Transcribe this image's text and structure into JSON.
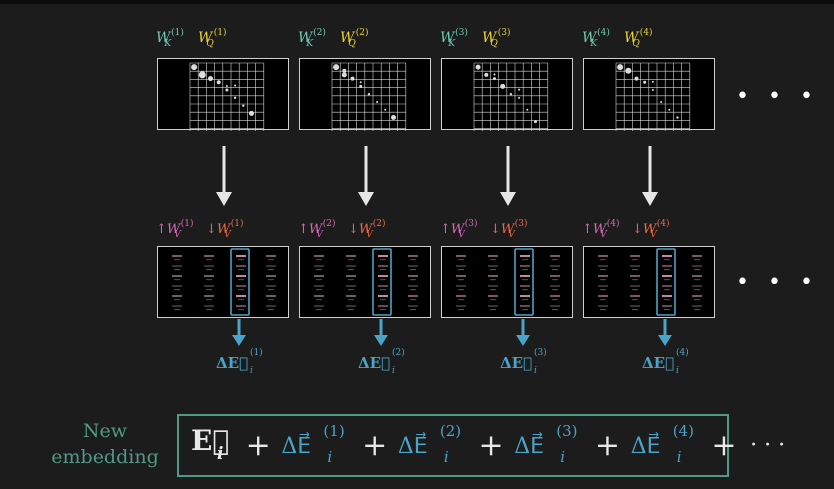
{
  "colors": {
    "key": "#6fc9b0",
    "query": "#e8d23a",
    "value_up": "#d76ab8",
    "value_down": "#ee6a46",
    "delta": "#4aa3c8",
    "box": "#4e9a84"
  },
  "heads": [
    {
      "wk": "W",
      "wk_sub": "K",
      "wk_sup": "(1)",
      "wq": "W",
      "wq_sub": "Q",
      "wq_sup": "(1)",
      "vup": "↑W",
      "vup_sub": "V",
      "vup_sup": "(1)",
      "vdown": "↓W",
      "vdown_sub": "V",
      "vdown_sup": "(1)",
      "delta": "ΔE⃗",
      "delta_sup": "(1)",
      "delta_sub": "i"
    },
    {
      "wk": "W",
      "wk_sub": "K",
      "wk_sup": "(2)",
      "wq": "W",
      "wq_sub": "Q",
      "wq_sup": "(2)",
      "vup": "↑W",
      "vup_sub": "V",
      "vup_sup": "(2)",
      "vdown": "↓W",
      "vdown_sub": "V",
      "vdown_sup": "(2)",
      "delta": "ΔE⃗",
      "delta_sup": "(2)",
      "delta_sub": "i"
    },
    {
      "wk": "W",
      "wk_sub": "K",
      "wk_sup": "(3)",
      "wq": "W",
      "wq_sub": "Q",
      "wq_sup": "(3)",
      "vup": "↑W",
      "vup_sub": "V",
      "vup_sup": "(3)",
      "vdown": "↓W",
      "vdown_sub": "V",
      "vdown_sup": "(3)",
      "delta": "ΔE⃗",
      "delta_sup": "(3)",
      "delta_sub": "i"
    },
    {
      "wk": "W",
      "wk_sub": "K",
      "wk_sup": "(4)",
      "wq": "W",
      "wq_sub": "Q",
      "wq_sup": "(4)",
      "vup": "↑W",
      "vup_sub": "V",
      "vup_sup": "(4)",
      "vdown": "↓W",
      "vdown_sub": "V",
      "vdown_sup": "(4)",
      "delta": "ΔE⃗",
      "delta_sup": "(4)",
      "delta_sub": "i"
    }
  ],
  "ellipsis": "• • •",
  "new_embedding_label": {
    "line1": "New",
    "line2": "embedding"
  },
  "equation": {
    "base": "E⃗",
    "base_sub": "i",
    "plus": "+",
    "delta": "ΔE⃗",
    "delta_sub": "i",
    "sups": [
      "(1)",
      "(2)",
      "(3)",
      "(4)"
    ],
    "trailing": "· · ·"
  }
}
